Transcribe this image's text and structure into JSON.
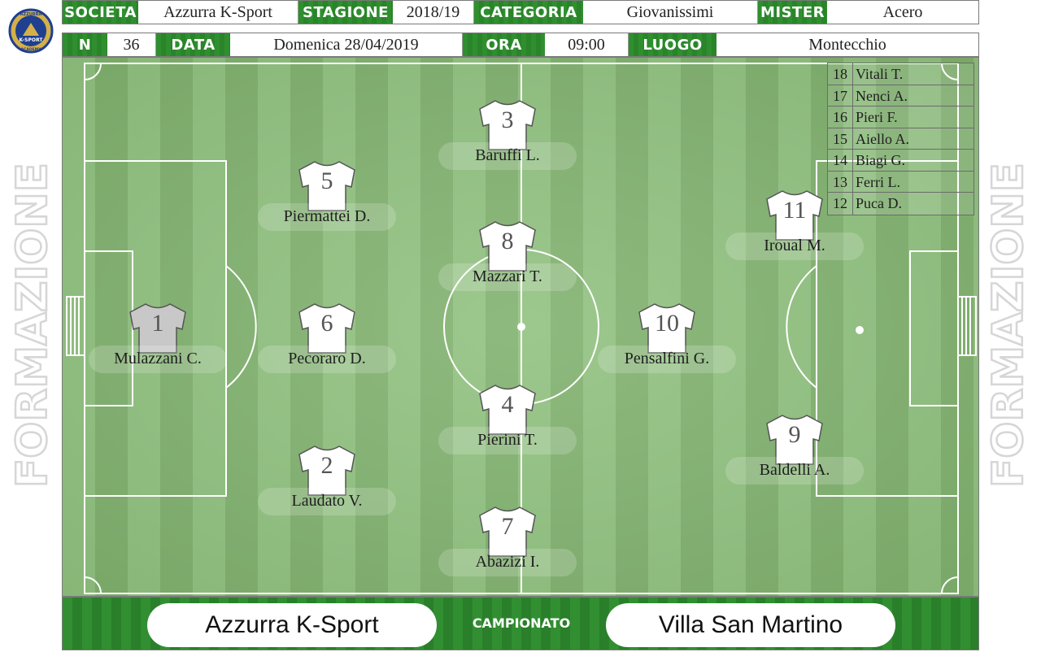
{
  "logo": {
    "text_top": "AZZURRA",
    "text_mid": "K-SPORT",
    "text_bottom": "ACADEMY",
    "colors": {
      "ring": "#1f3f8f",
      "fill": "#d4b04a"
    }
  },
  "header": {
    "row1": [
      {
        "label": "SOCIETA",
        "value": "Azzurra K-Sport"
      },
      {
        "label": "STAGIONE",
        "value": "2018/19"
      },
      {
        "label": "CATEGORIA",
        "value": "Giovanissimi"
      },
      {
        "label": "MISTER",
        "value": "Acero"
      }
    ],
    "row2": [
      {
        "label": "N",
        "value": "36"
      },
      {
        "label": "DATA",
        "value": "Domenica 28/04/2019"
      },
      {
        "label": "ORA",
        "value": "09:00"
      },
      {
        "label": "LUOGO",
        "value": "Montecchio"
      }
    ]
  },
  "side_word": "FORMAZIONE",
  "players": [
    {
      "number": "1",
      "name": "Mulazzani C.",
      "role": "goalkeeper"
    },
    {
      "number": "2",
      "name": "Laudato V."
    },
    {
      "number": "3",
      "name": "Baruffi L."
    },
    {
      "number": "4",
      "name": "Pierini T."
    },
    {
      "number": "5",
      "name": "Piermattei D."
    },
    {
      "number": "6",
      "name": "Pecoraro D."
    },
    {
      "number": "7",
      "name": "Abazizi I."
    },
    {
      "number": "8",
      "name": "Mazzari T."
    },
    {
      "number": "9",
      "name": "Baldelli A."
    },
    {
      "number": "10",
      "name": "Pensalfini G."
    },
    {
      "number": "11",
      "name": "Iroual M."
    }
  ],
  "bench": [
    {
      "number": "18",
      "name": "Vitali T."
    },
    {
      "number": "17",
      "name": "Nenci A."
    },
    {
      "number": "16",
      "name": "Pieri F."
    },
    {
      "number": "15",
      "name": "Aiello A."
    },
    {
      "number": "14",
      "name": "Biagi G."
    },
    {
      "number": "13",
      "name": "Ferri L."
    },
    {
      "number": "12",
      "name": "Puca D."
    }
  ],
  "footer": {
    "home_team": "Azzurra K-Sport",
    "competition": "CAMPIONATO",
    "away_team": "Villa San Martino"
  },
  "colors": {
    "label_green": "#2e8b2e",
    "pitch_light": "#8fc07e",
    "pitch_dark": "#7fb06d",
    "goalkeeper_shirt": "#c8c8c8",
    "outfield_shirt": "#ffffff"
  }
}
